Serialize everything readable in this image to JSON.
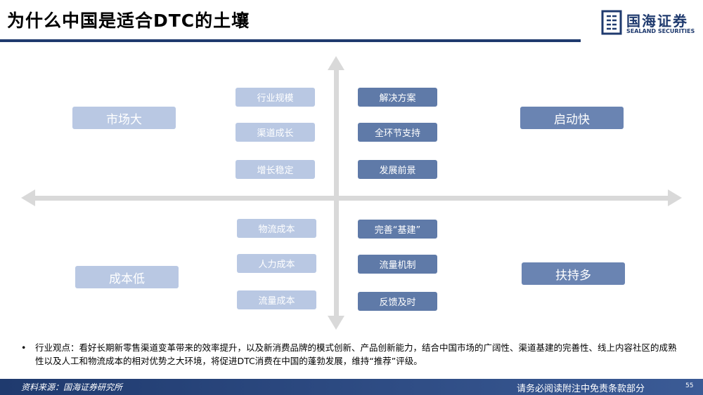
{
  "header": {
    "title": "为什么中国是适合DTC的土壤",
    "logo_name": "国海证券",
    "logo_en": "SEALAND SECURITIES"
  },
  "diagram": {
    "quadrant_labels": {
      "top_left": "市场大",
      "top_right": "启动快",
      "bottom_left": "成本低",
      "bottom_right": "扶持多"
    },
    "top_left_items": [
      "行业规模",
      "渠道成长",
      "增长稳定"
    ],
    "top_right_items": [
      "解决方案",
      "全环节支持",
      "发展前景"
    ],
    "bottom_left_items": [
      "物流成本",
      "人力成本",
      "流量成本"
    ],
    "bottom_right_items": [
      "完善“基建”",
      "流量机制",
      "反馈及时"
    ]
  },
  "commentary": {
    "bullet": "•",
    "text": "行业观点：看好长期新零售渠道变革带来的效率提升，以及新消费品牌的模式创新、产品创新能力，结合中国市场的广阔性、渠道基建的完善性、线上内容社区的成熟性以及人工和物流成本的相对优势之大环境，将促进DTC消费在中国的蓬勃发展，维持“推荐”评级。"
  },
  "footer": {
    "source": "资料来源：国海证券研究所",
    "disclaimer": "请务必阅读附注中免责条款部分",
    "page": "55"
  },
  "colors": {
    "brand": "#1f3a6e",
    "light_box": "#b9c8e3",
    "dark_box": "#5f7aa8",
    "axis": "#d9d9d9"
  }
}
